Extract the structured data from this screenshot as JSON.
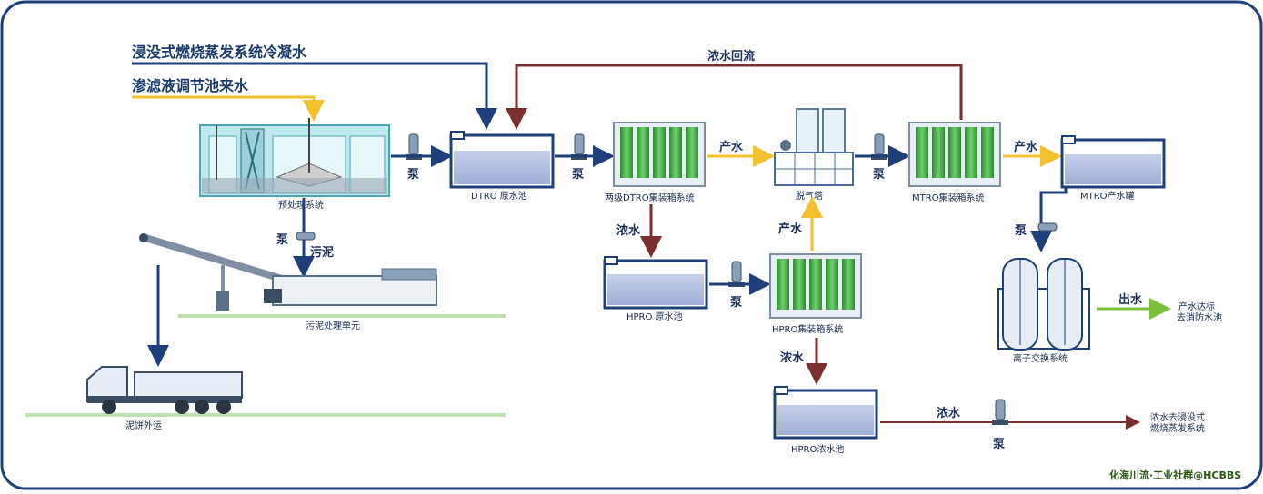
{
  "inputs": {
    "condensate": "浸没式燃烧蒸发系统冷凝水",
    "leachate": "渗滤液调节池来水"
  },
  "labels": {
    "recycle": "浓水回流",
    "pump": "泵",
    "product_water": "产水",
    "concentrate": "浓水",
    "sludge": "污泥",
    "outlet": "出水"
  },
  "units": {
    "pretreatment": "预处理系统",
    "dtro_tank": "DTRO 原水池",
    "dtro_system": "两级DTRO集装箱系统",
    "degasser": "脱气塔",
    "mtro_system": "MTRO集装箱系统",
    "mtro_tank": "MTRO产水罐",
    "hpro_tank": "HPRO 原水池",
    "hpro_system": "HPRO集装箱系统",
    "hpro_conc_tank": "HPRO浓水池",
    "sludge_unit": "污泥处理单元",
    "cake": "泥饼外运",
    "ion_exchange": "离子交换系统"
  },
  "outputs": {
    "product_line1": "产水达标",
    "product_line2": "去消防水池",
    "conc_line1": "浓水去浸没式",
    "conc_line2": "燃烧蒸发系统"
  },
  "watermark": "化海川流·工业社群@HCBBS",
  "colors": {
    "navy": "#1f3f7a",
    "maroon": "#7a2e2e",
    "yellow": "#f2c12e",
    "green": "#7cbf3a",
    "membrane": "#3a9a3a"
  }
}
